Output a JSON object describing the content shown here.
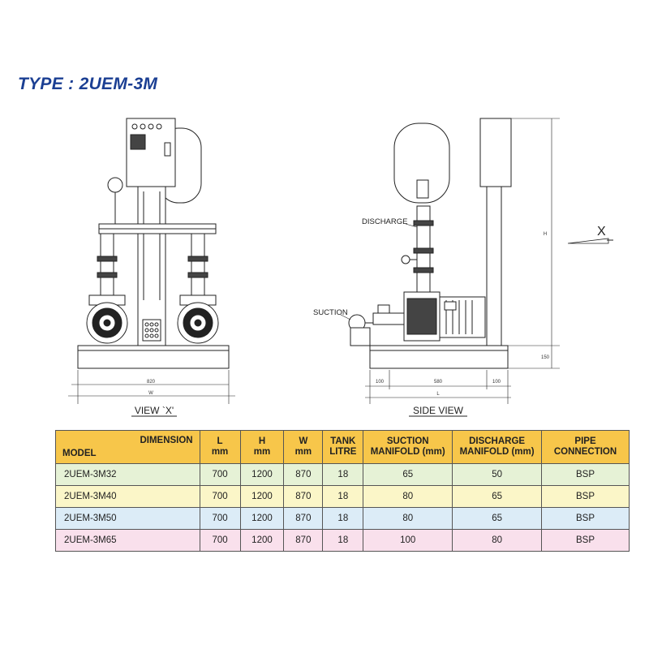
{
  "title": "TYPE : 2UEM-3M",
  "labels": {
    "view_x": "VIEW `X'",
    "side_view": "SIDE VIEW",
    "discharge": "DISCHARGE",
    "suction": "SUCTION",
    "x_marker": "X"
  },
  "dims": {
    "w_inner": "820",
    "w_outer": "W",
    "h": "H",
    "base_h": "150",
    "d1": "100",
    "d2": "580",
    "d3": "100",
    "l": "L"
  },
  "table": {
    "header": {
      "dimension": "DIMENSION",
      "model": "MODEL",
      "l_top": "L",
      "l_unit": "mm",
      "h_top": "H",
      "h_unit": "mm",
      "w_top": "W",
      "w_unit": "mm",
      "tank_top": "TANK",
      "tank_bottom": "LITRE",
      "suction_top": "SUCTION",
      "suction_bottom": "MANIFOLD (mm)",
      "discharge_top": "DISCHARGE",
      "discharge_bottom": "MANIFOLD (mm)",
      "pipe_top": "PIPE",
      "pipe_bottom": "CONNECTION"
    },
    "rows": [
      {
        "model": "2UEM-3M32",
        "l": "700",
        "h": "1200",
        "w": "870",
        "tank": "18",
        "suction": "65",
        "discharge": "50",
        "pipe": "BSP"
      },
      {
        "model": "2UEM-3M40",
        "l": "700",
        "h": "1200",
        "w": "870",
        "tank": "18",
        "suction": "80",
        "discharge": "65",
        "pipe": "BSP"
      },
      {
        "model": "2UEM-3M50",
        "l": "700",
        "h": "1200",
        "w": "870",
        "tank": "18",
        "suction": "80",
        "discharge": "65",
        "pipe": "BSP"
      },
      {
        "model": "2UEM-3M65",
        "l": "700",
        "h": "1200",
        "w": "870",
        "tank": "18",
        "suction": "100",
        "discharge": "80",
        "pipe": "BSP"
      }
    ]
  }
}
